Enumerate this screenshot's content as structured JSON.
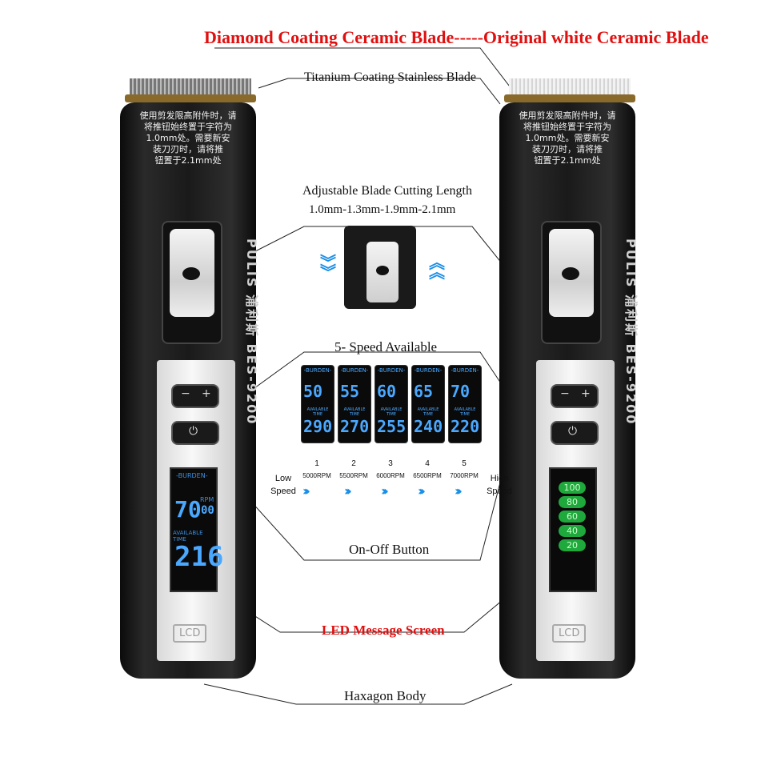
{
  "header": {
    "title": "Diamond Coating Ceramic Blade-----Original white Ceramic Blade"
  },
  "callouts": {
    "titanium": "Titanium Coating Stainless Blade",
    "adjust_line1": "Adjustable Blade Cutting Length",
    "adjust_line2": "1.0mm-1.3mm-1.9mm-2.1mm",
    "speed_title": "5- Speed Available",
    "onoff": "On-Off Button",
    "led": "LED Message Screen",
    "body": "Haxagon Body"
  },
  "blade_text": "使用剪发限高附件时，请\n将推钮始终置于字符为\n1.0mm处。需要新安\n装刀刃时，请将推\n钮置于2.1mm处",
  "brand": "PULIS 浦利斯  BES-9200",
  "left_screen": {
    "burden": "-BURDEN-",
    "rpm": "70",
    "rpm_small": "00",
    "rpm_unit": "RPM",
    "available": "AVAILABLE TIME",
    "time": "216"
  },
  "lcd_label": "LCD",
  "button_minus": "−",
  "button_plus": "+",
  "button_power": "⏻",
  "right_levels": [
    "100",
    "80",
    "60",
    "40",
    "20"
  ],
  "speeds": {
    "low_label": "Low Speed",
    "high_label": "High Speed",
    "items": [
      {
        "n": "1",
        "rpm": "5000RPM",
        "disp": "50",
        "time": "290"
      },
      {
        "n": "2",
        "rpm": "5500RPM",
        "disp": "55",
        "time": "270"
      },
      {
        "n": "3",
        "rpm": "6000RPM",
        "disp": "60",
        "time": "255"
      },
      {
        "n": "4",
        "rpm": "6500RPM",
        "disp": "65",
        "time": "240"
      },
      {
        "n": "5",
        "rpm": "7000RPM",
        "disp": "70",
        "time": "220"
      }
    ],
    "burden": "-BURDEN-",
    "available": "AVAILABLE TIME"
  },
  "colors": {
    "accent_red": "#e01010",
    "lcd_blue": "#4aa8ff",
    "arrow_blue": "#1a8fe8",
    "level_green": "#1fa83c"
  }
}
